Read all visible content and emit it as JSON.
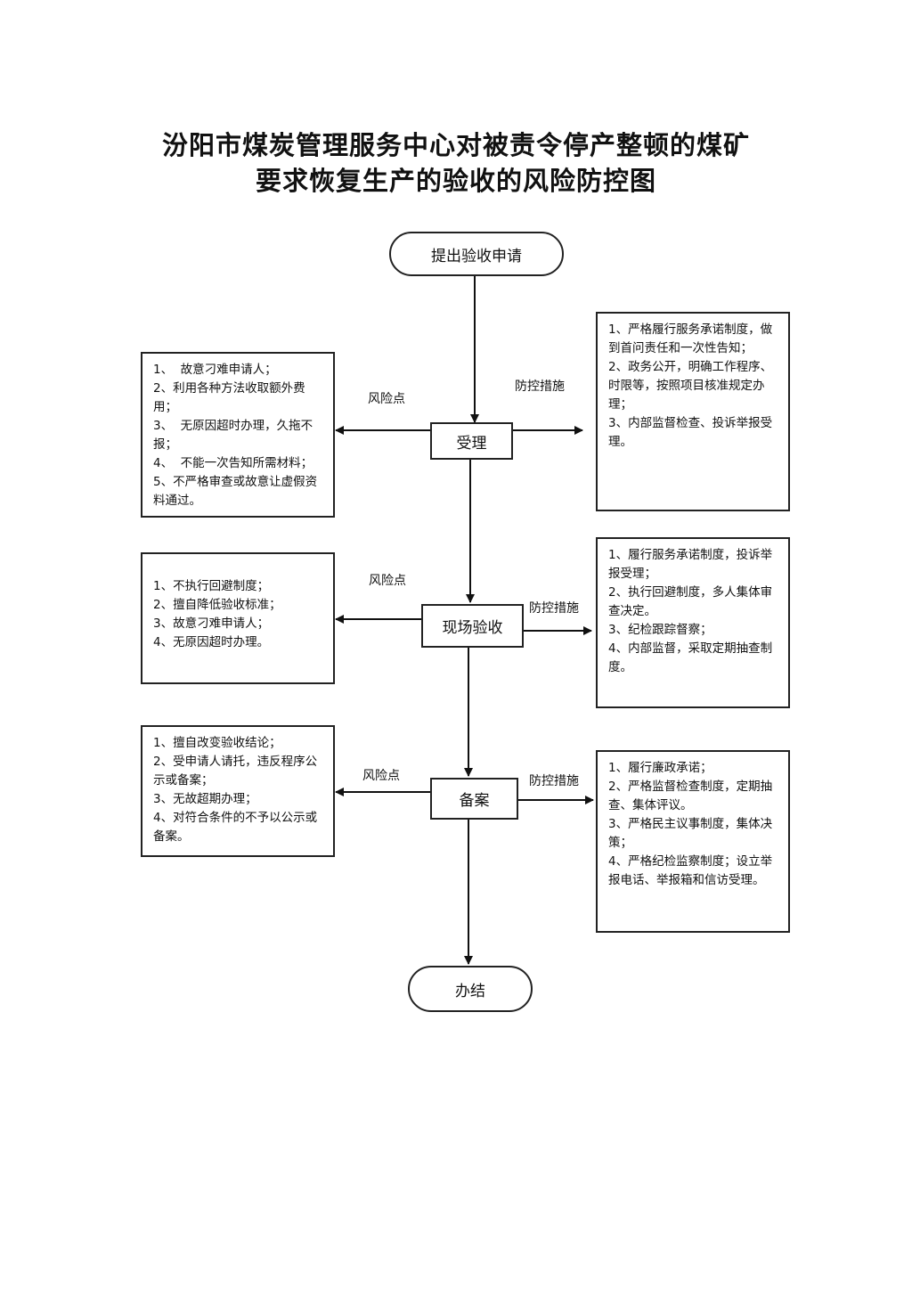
{
  "title": {
    "line1": "汾阳市煤炭管理服务中心对被责令停产整顿的煤矿",
    "line2": "要求恢复生产的验收的风险防控图"
  },
  "flow": {
    "start": "提出验收申请",
    "step1": "受理",
    "step2": "现场验收",
    "step3": "备案",
    "end": "办结"
  },
  "labels": {
    "risk": "风险点",
    "control": "防控措施"
  },
  "step1": {
    "risks": [
      "1、  故意刁难申请人；",
      "2、利用各种方法收取额外费用；",
      "3、  无原因超时办理，久拖不报；",
      "4、  不能一次告知所需材料；",
      "5、不严格审查或故意让虚假资料通过。"
    ],
    "controls": [
      "1、严格履行服务承诺制度，做到首问责任和一次性告知；",
      "2、政务公开，明确工作程序、时限等，按照项目核准规定办理；",
      "3、内部监督检查、投诉举报受理。"
    ]
  },
  "step2": {
    "risks": [
      "1、不执行回避制度；",
      "2、擅自降低验收标准；",
      "3、故意刁难申请人；",
      "4、无原因超时办理。"
    ],
    "controls": [
      "1、履行服务承诺制度，投诉举报受理；",
      "2、执行回避制度，多人集体审查决定。",
      "3、纪检跟踪督察；",
      "4、内部监督，采取定期抽查制度。"
    ]
  },
  "step3": {
    "risks": [
      "1、擅自改变验收结论；",
      "2、受申请人请托，违反程序公示或备案；",
      "3、无故超期办理；",
      "4、对符合条件的不予以公示或备案。"
    ],
    "controls": [
      "1、履行廉政承诺；",
      "2、严格监督检查制度，定期抽查、集体评议。",
      "3、严格民主议事制度，集体决策；",
      "4、严格纪检监察制度；设立举报电话、举报箱和信访受理。"
    ]
  }
}
